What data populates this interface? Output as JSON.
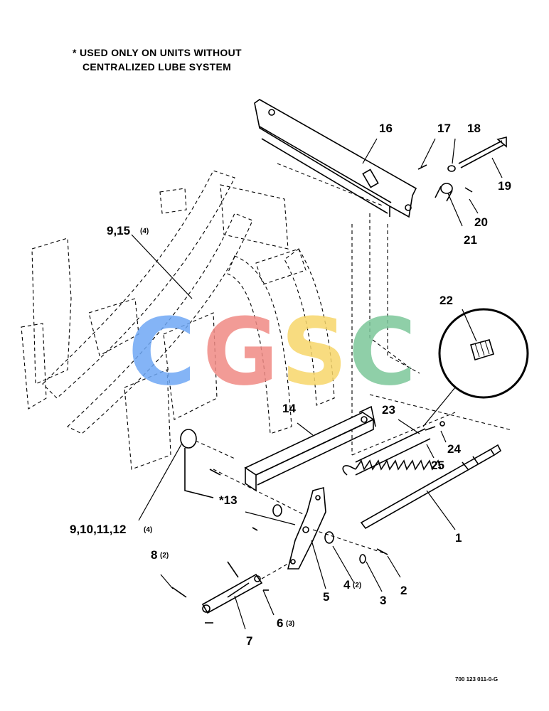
{
  "note": {
    "line1": "* USED ONLY ON UNITS WITHOUT",
    "line2": "CENTRALIZED LUBE SYSTEM"
  },
  "watermark": {
    "letters": [
      "C",
      "G",
      "S",
      "C"
    ],
    "colors": [
      "#6fa8f5",
      "#f08a84",
      "#f7d66b",
      "#7cc79a"
    ]
  },
  "callouts": [
    {
      "id": "c1",
      "label": "1",
      "qty": ""
    },
    {
      "id": "c2",
      "label": "2",
      "qty": ""
    },
    {
      "id": "c3",
      "label": "3",
      "qty": ""
    },
    {
      "id": "c4",
      "label": "4",
      "qty": "(2)"
    },
    {
      "id": "c5",
      "label": "5",
      "qty": ""
    },
    {
      "id": "c6",
      "label": "6",
      "qty": "(3)"
    },
    {
      "id": "c7",
      "label": "7",
      "qty": ""
    },
    {
      "id": "c8",
      "label": "8",
      "qty": "(2)"
    },
    {
      "id": "c9",
      "label": "9,10,11,12",
      "qty": "(4)"
    },
    {
      "id": "c9b",
      "label": "9,15",
      "qty": "(4)"
    },
    {
      "id": "c13",
      "label": "*13",
      "qty": ""
    },
    {
      "id": "c14",
      "label": "14",
      "qty": ""
    },
    {
      "id": "c16",
      "label": "16",
      "qty": ""
    },
    {
      "id": "c17",
      "label": "17",
      "qty": ""
    },
    {
      "id": "c18",
      "label": "18",
      "qty": ""
    },
    {
      "id": "c19",
      "label": "19",
      "qty": ""
    },
    {
      "id": "c20",
      "label": "20",
      "qty": ""
    },
    {
      "id": "c21",
      "label": "21",
      "qty": ""
    },
    {
      "id": "c22",
      "label": "22",
      "qty": ""
    },
    {
      "id": "c23",
      "label": "23",
      "qty": ""
    },
    {
      "id": "c24",
      "label": "24",
      "qty": ""
    },
    {
      "id": "c25",
      "label": "25",
      "qty": ""
    }
  ],
  "doc_number": "700 123 011-0-G"
}
